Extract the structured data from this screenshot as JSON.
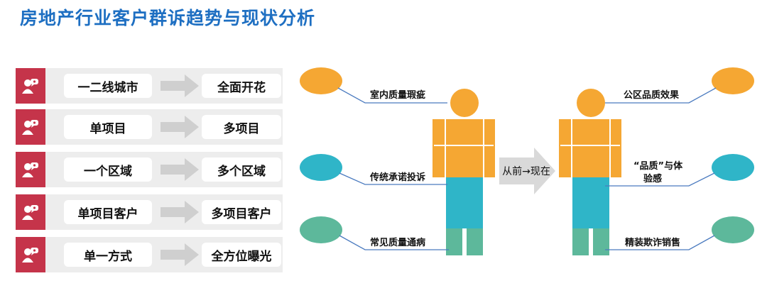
{
  "title": "房地产行业客户群诉趋势与现状分析",
  "trend_rows": [
    {
      "from": "一二线城市",
      "to": "全面开花"
    },
    {
      "from": "单项目",
      "to": "多项目"
    },
    {
      "from": "一个区域",
      "to": "多个区域"
    },
    {
      "from": "单项目客户",
      "to": "多项目客户"
    },
    {
      "from": "单一方式",
      "to": "全方位曝光"
    }
  ],
  "center_arrow_label": "从前→现在",
  "past_complaints": [
    "室内质量瑕疵",
    "传统承诺投诉",
    "常见质量通病"
  ],
  "present_complaints": [
    "公区品质效果",
    "“品质”与体",
    "验感",
    "精装欺诈销售"
  ],
  "colors": {
    "title": "#1e6fc2",
    "icon_bg": "#c5344a",
    "orange": "#f5a733",
    "teal": "#2fb5c8",
    "green": "#5db89b",
    "row_bg": "#ededed"
  }
}
